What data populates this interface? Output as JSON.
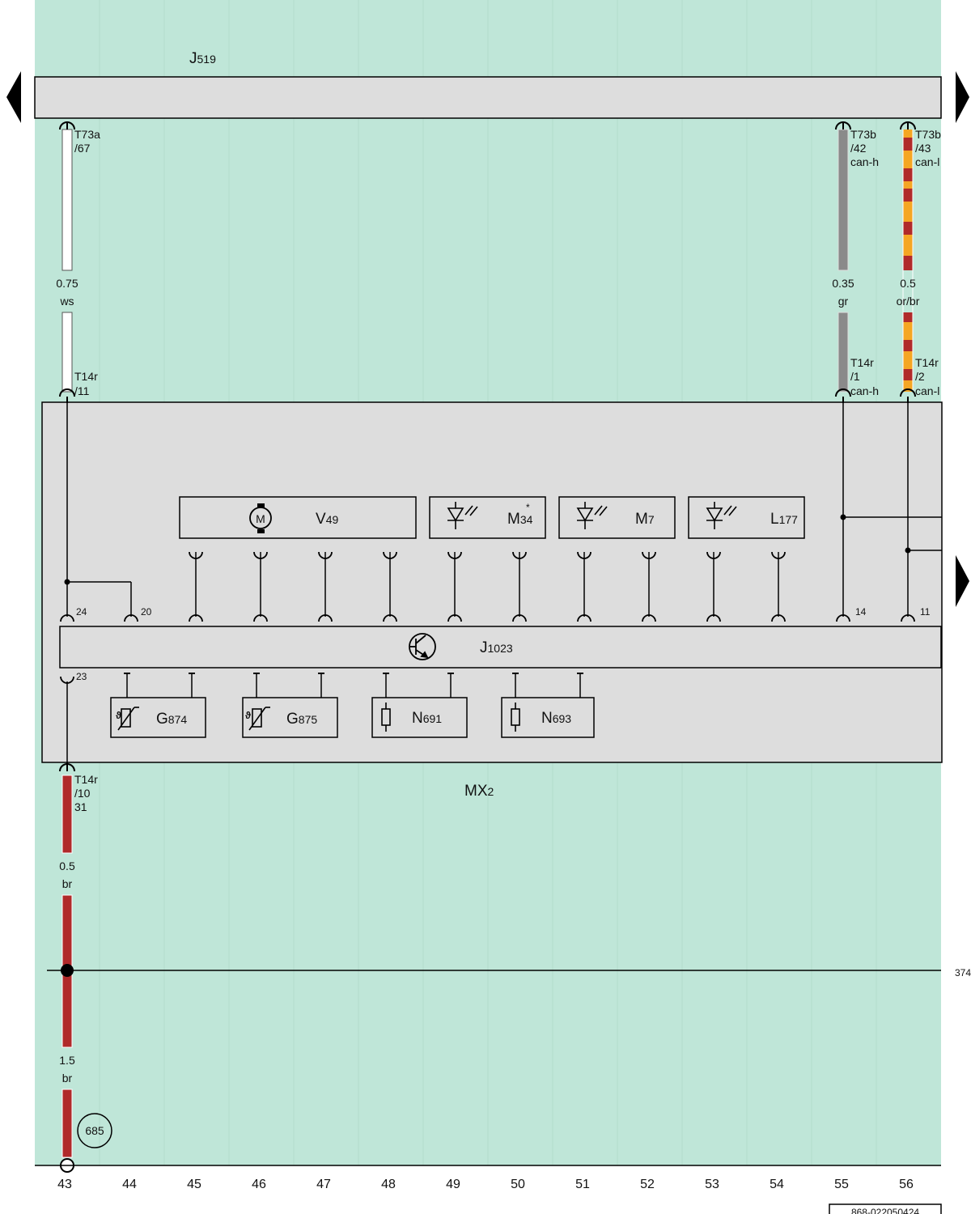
{
  "diagram": {
    "colors": {
      "background": "#bfe6d8",
      "module_fill": "#dddddd",
      "wire_ws": "#ffffff",
      "wire_gr": "#8a8a8a",
      "wire_br": "#b02a2a",
      "wire_or": "#f5a623"
    },
    "top_module": {
      "name_main": "J",
      "name_sub": "519"
    },
    "main_unit": {
      "name_main": "MX",
      "name_sub": "2"
    },
    "controller": {
      "name_main": "J",
      "name_sub": "1023",
      "icon": "transistor-icon"
    },
    "pins_top": {
      "p1": {
        "line1": "T73a",
        "line2": "/67",
        "line3": ""
      },
      "p2": {
        "line1": "T73b",
        "line2": "/42",
        "line3": "can-h"
      },
      "p3": {
        "line1": "T73b",
        "line2": "/43",
        "line3": "can-l"
      },
      "p4": {
        "line1": "T14r",
        "line2": "/11",
        "line3": ""
      },
      "p5": {
        "line1": "T14r",
        "line2": "/1",
        "line3": "can-h"
      },
      "p6": {
        "line1": "T14r",
        "line2": "/2",
        "line3": "can-l"
      },
      "p7": {
        "line1": "T14r",
        "line2": "/10",
        "line3": "31"
      }
    },
    "wires": {
      "w1": {
        "size": "0.75",
        "color": "ws"
      },
      "w2": {
        "size": "0.35",
        "color": "gr"
      },
      "w3": {
        "size": "0.5",
        "color": "or/br"
      },
      "w4": {
        "size": "0.5",
        "color": "br"
      },
      "w5": {
        "size": "1.5",
        "color": "br"
      }
    },
    "controller_pins": {
      "p24": "24",
      "p20": "20",
      "p14": "14",
      "p11": "11",
      "p23": "23"
    },
    "components_upper": [
      {
        "main": "V",
        "sub": "49",
        "star": "",
        "icon": "motor-icon"
      },
      {
        "main": "M",
        "sub": "34",
        "star": "*",
        "icon": "led-icon"
      },
      {
        "main": "M",
        "sub": "7",
        "star": "",
        "icon": "led-icon"
      },
      {
        "main": "L",
        "sub": "177",
        "star": "",
        "icon": "led-icon"
      }
    ],
    "components_lower": [
      {
        "main": "G",
        "sub": "874",
        "icon": "thermistor-icon"
      },
      {
        "main": "G",
        "sub": "875",
        "icon": "thermistor-icon"
      },
      {
        "main": "N",
        "sub": "691",
        "icon": "heater-icon"
      },
      {
        "main": "N",
        "sub": "693",
        "icon": "heater-icon"
      }
    ],
    "ground_point": "685",
    "ground_line_ref": "374",
    "columns": [
      "43",
      "44",
      "45",
      "46",
      "47",
      "48",
      "49",
      "50",
      "51",
      "52",
      "53",
      "54",
      "55",
      "56"
    ],
    "doc_code": "868-022050424"
  }
}
